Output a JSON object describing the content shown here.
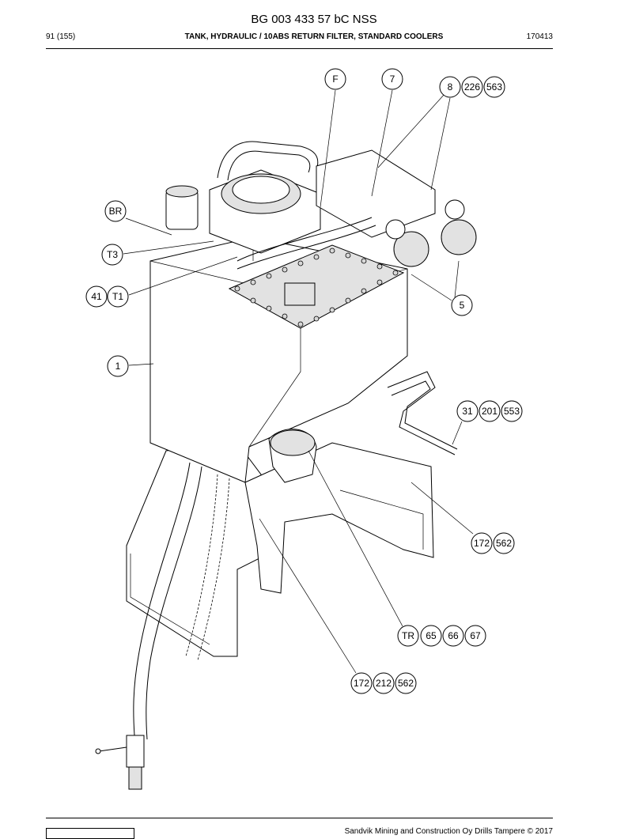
{
  "header": {
    "doc_title": "BG 003 433 57 bC NSS",
    "page": "91 (155)",
    "section_title": "TANK, HYDRAULIC / 10ABS RETURN FILTER, STANDARD COOLERS",
    "date_code": "170413"
  },
  "callouts": [
    {
      "name": "callout-F",
      "label": "F"
    },
    {
      "name": "callout-7",
      "label": "7"
    },
    {
      "name": "callout-8",
      "label": "8"
    },
    {
      "name": "callout-226",
      "label": "226"
    },
    {
      "name": "callout-563",
      "label": "563"
    },
    {
      "name": "callout-BR",
      "label": "BR"
    },
    {
      "name": "callout-T3",
      "label": "T3"
    },
    {
      "name": "callout-41",
      "label": "41"
    },
    {
      "name": "callout-T1",
      "label": "T1"
    },
    {
      "name": "callout-5",
      "label": "5"
    },
    {
      "name": "callout-1",
      "label": "1"
    },
    {
      "name": "callout-31",
      "label": "31"
    },
    {
      "name": "callout-201",
      "label": "201"
    },
    {
      "name": "callout-553",
      "label": "553"
    },
    {
      "name": "callout-172-a",
      "label": "172"
    },
    {
      "name": "callout-562-a",
      "label": "562"
    },
    {
      "name": "callout-TR",
      "label": "TR"
    },
    {
      "name": "callout-65",
      "label": "65"
    },
    {
      "name": "callout-66",
      "label": "66"
    },
    {
      "name": "callout-67",
      "label": "67"
    },
    {
      "name": "callout-172-b",
      "label": "172"
    },
    {
      "name": "callout-212",
      "label": "212"
    },
    {
      "name": "callout-562-b",
      "label": "562"
    }
  ],
  "footer": {
    "copyright": "Sandvik Mining and Construction Oy Drills Tampere © 2017"
  }
}
